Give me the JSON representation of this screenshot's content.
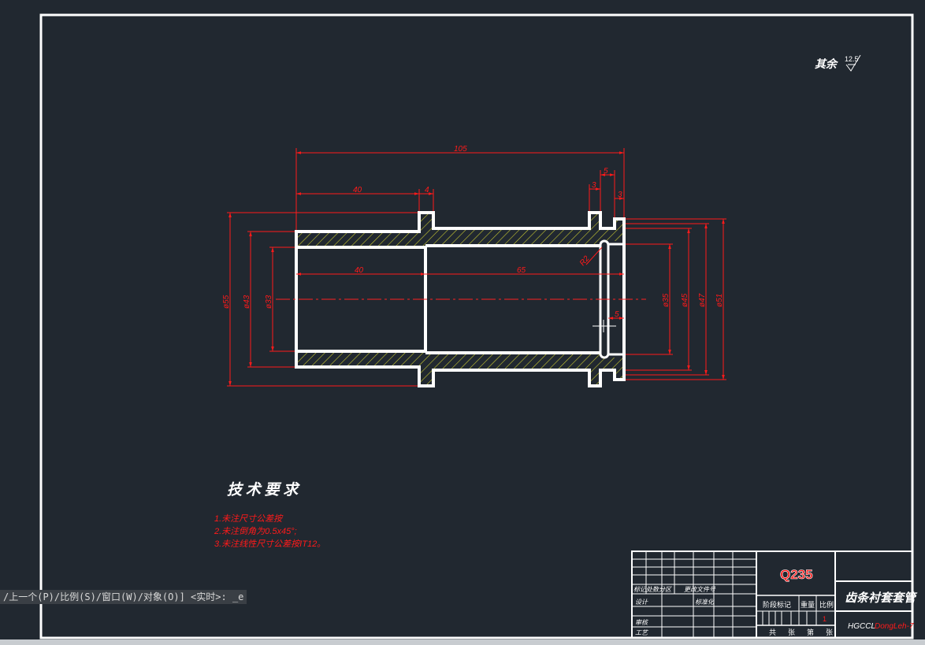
{
  "colors": {
    "background": "#212830",
    "frame": "#ffffff",
    "dimension": "#ff1a1a",
    "hatch": "#c8c832",
    "centerline": "#ff2020",
    "command_bar": "#3a3f45"
  },
  "roughness": {
    "label": "其余",
    "value": "12.5"
  },
  "dimensions": {
    "overall_length": "105",
    "flange_pos": "40",
    "flange_width": "4",
    "groove_dist": "5",
    "groove_a": "3",
    "groove_b": "3",
    "inner_len_1": "40",
    "inner_len_2": "65",
    "radius": "R2",
    "small_dim": "5",
    "dia_55": "ø55",
    "dia_43": "ø43",
    "dia_33": "ø33",
    "dia_35": "ø35",
    "dia_45": "ø45",
    "dia_47": "ø47",
    "dia_51": "ø51"
  },
  "tech_requirements": {
    "title": "技 术 要 求",
    "items": [
      "1.未注尺寸公差按",
      "2.未注倒角为0.5x45°;",
      "3.未注线性尺寸公差按IT12。"
    ]
  },
  "command_line": "/上一个(P)/比例(S)/窗口(W)/对象(O)] <实时>: _e",
  "title_block": {
    "material": "Q235",
    "part_name": "齿条衬套套管",
    "drawing_code": "HGCCL",
    "drawing_suffix": "DongLeh-7",
    "stage_mark": "阶段标记",
    "weight": "重量",
    "scale": "比例",
    "scale_value": "1",
    "sheet_total": "共",
    "sheet_unit": "张",
    "sheet_no": "第",
    "sheet_unit2": "张",
    "design_label": "设计",
    "standard_label": "标准化",
    "check_label": "审核",
    "process_label": "工艺",
    "revision_label": "标记处数分区",
    "revision_extra": "更改文件号"
  }
}
